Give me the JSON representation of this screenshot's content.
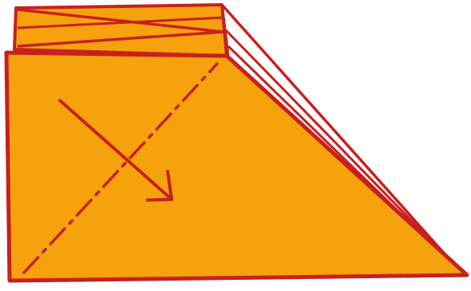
{
  "diagram": {
    "subject": "origami-fold-step",
    "colors": {
      "paper": "#f5a20d",
      "outline": "#c8201e",
      "background": "#ffffff",
      "layer_gap": "#ffffff"
    },
    "fold_line_style": "dash-dot",
    "arrow_direction": "down-right"
  }
}
